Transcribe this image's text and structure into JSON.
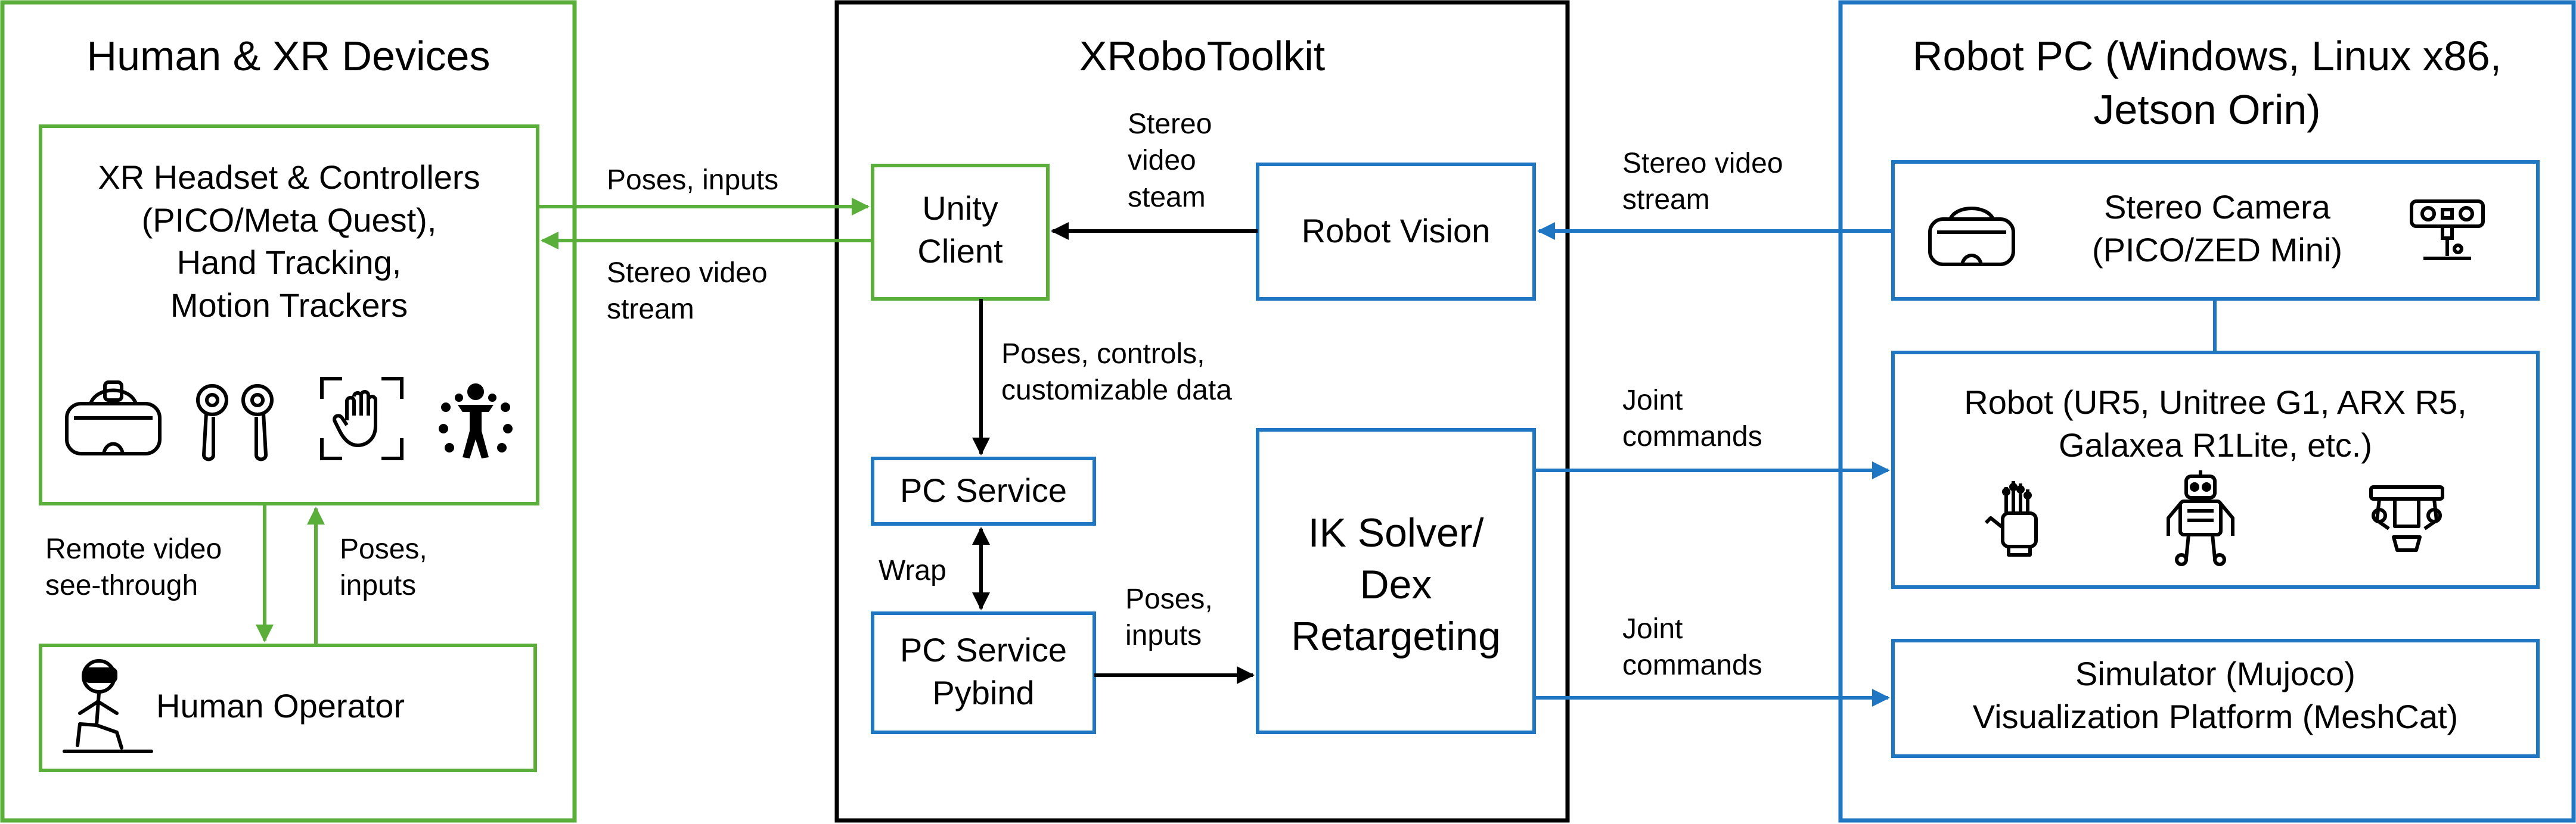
{
  "colors": {
    "green": "#5aae3a",
    "blue": "#1f76c2",
    "black": "#000000"
  },
  "panels": {
    "human": {
      "title": "Human & XR Devices"
    },
    "toolkit": {
      "title": "XRoboToolkit"
    },
    "robot_pc": {
      "title_line1": "Robot PC (Windows, Linux x86,",
      "title_line2": "Jetson Orin)"
    }
  },
  "nodes": {
    "xr_headset": {
      "line1": "XR Headset & Controllers",
      "line2": "(PICO/Meta Quest),",
      "line3": "Hand Tracking,",
      "line4": "Motion Trackers",
      "icons": [
        "vr-headset-icon",
        "controllers-icon",
        "hand-tracking-icon",
        "motion-tracker-icon"
      ]
    },
    "human_operator": {
      "label": "Human Operator",
      "icon": "operator-icon"
    },
    "unity_client": {
      "line1": "Unity",
      "line2": "Client"
    },
    "robot_vision": {
      "label": "Robot Vision"
    },
    "pc_service": {
      "label": "PC Service"
    },
    "pc_service_pybind": {
      "line1": "PC Service",
      "line2": "Pybind"
    },
    "ik_solver": {
      "line1": "IK Solver/",
      "line2": "Dex",
      "line3": "Retargeting"
    },
    "stereo_camera": {
      "line1": "Stereo Camera",
      "line2": "(PICO/ZED Mini)",
      "icons": [
        "vr-headset-icon",
        "zed-camera-icon"
      ]
    },
    "robot": {
      "line1": "Robot (UR5, Unitree G1, ARX R5,",
      "line2": "Galaxea R1Lite, etc.)",
      "icons": [
        "dexterous-hand-icon",
        "humanoid-robot-icon",
        "gripper-icon"
      ]
    },
    "simulator": {
      "line1": "Simulator (Mujoco)",
      "line2": "Visualization Platform (MeshCat)"
    }
  },
  "edges": {
    "poses_inputs_top": "Poses, inputs",
    "stereo_video_left_1": "Stereo video",
    "stereo_video_left_2": "stream",
    "stereo_steam_1": "Stereo",
    "stereo_steam_2": "video",
    "stereo_steam_3": "steam",
    "stereo_video_right_1": "Stereo video",
    "stereo_video_right_2": "stream",
    "poses_controls_1": "Poses, controls,",
    "poses_controls_2": "customizable data",
    "wrap": "Wrap",
    "poses_inputs_mid_1": "Poses,",
    "poses_inputs_mid_2": "inputs",
    "remote_video_1": "Remote video",
    "remote_video_2": "see-through",
    "poses_inputs_left_1": "Poses,",
    "poses_inputs_left_2": "inputs",
    "joint_commands_1a": "Joint",
    "joint_commands_1b": "commands",
    "joint_commands_2a": "Joint",
    "joint_commands_2b": "commands"
  }
}
